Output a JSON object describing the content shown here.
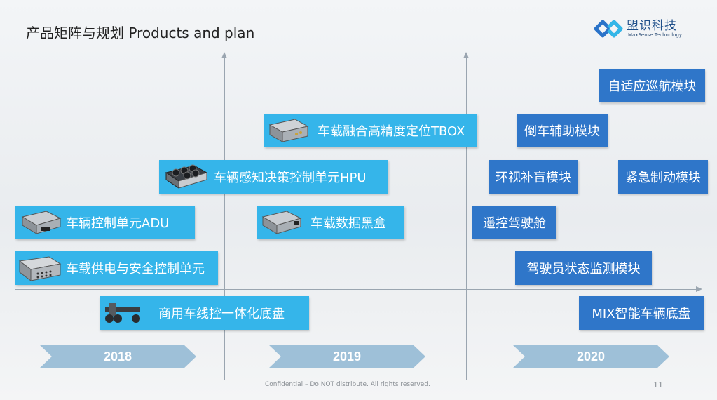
{
  "header": {
    "title": "产品矩阵与规划  Products and plan",
    "logo_cn": "盟识科技",
    "logo_en": "MaxSense Technology"
  },
  "colors": {
    "box_light": "#35b5ea",
    "box_dark": "#2f76c9",
    "year_arrow": "#9ec0d8",
    "axis": "#9aa5b0"
  },
  "products_2018": {
    "adu": "车辆控制单元ADU",
    "power_safety": "车载供电与安全控制单元",
    "chassis": "商用车线控一体化底盘"
  },
  "products_2019": {
    "tbox": "车载融合高精度定位TBOX",
    "hpu": "车辆感知决策控制单元HPU",
    "black_box": "车载数据黑盒"
  },
  "products_2020": {
    "adaptive_cruise": "自适应巡航模块",
    "reverse_assist": "倒车辅助模块",
    "surround_view": "环视补盲模块",
    "emergency_brake": "紧急制动模块",
    "remote_cockpit": "遥控驾驶舱",
    "driver_monitor": "驾驶员状态监测模块",
    "mix_chassis": "MIX智能车辆底盘"
  },
  "years": {
    "y2018": "2018",
    "y2019": "2019",
    "y2020": "2020"
  },
  "footer": {
    "prefix": "Confidential – Do ",
    "emphasis": "NOT",
    "suffix": " distribute. All rights reserved.",
    "page": "11"
  }
}
